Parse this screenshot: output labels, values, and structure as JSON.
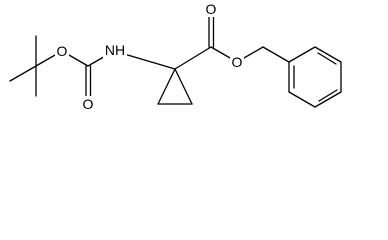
{
  "molecule": {
    "atoms": {
      "ester_carbonyl_oxygen": "O",
      "ester_oxygen": "O",
      "carbamate_carbonyl_oxygen": "O",
      "carbamate_ether_oxygen": "O",
      "amine_nh": "NH"
    }
  },
  "colors": {
    "bond": "#000000",
    "label": "#000000",
    "background": "#ffffff"
  }
}
